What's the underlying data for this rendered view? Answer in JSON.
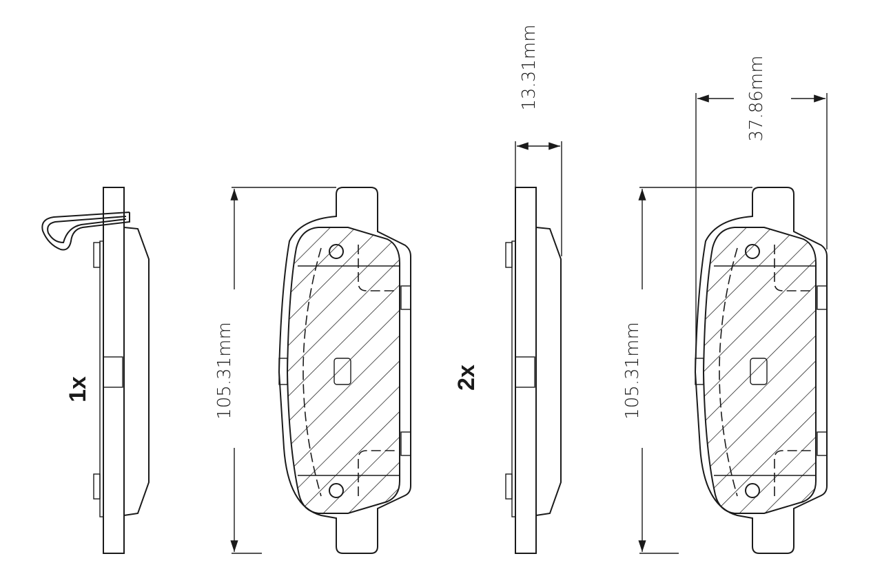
{
  "set1": {
    "quantity": "1x",
    "height_dim": "105.31mm"
  },
  "set2": {
    "quantity": "2x",
    "height_dim": "105.31mm",
    "thickness_dim": "13.31mm",
    "width_dim": "37.86mm"
  },
  "colors": {
    "line": "#1a1a1a",
    "background": "#ffffff"
  }
}
